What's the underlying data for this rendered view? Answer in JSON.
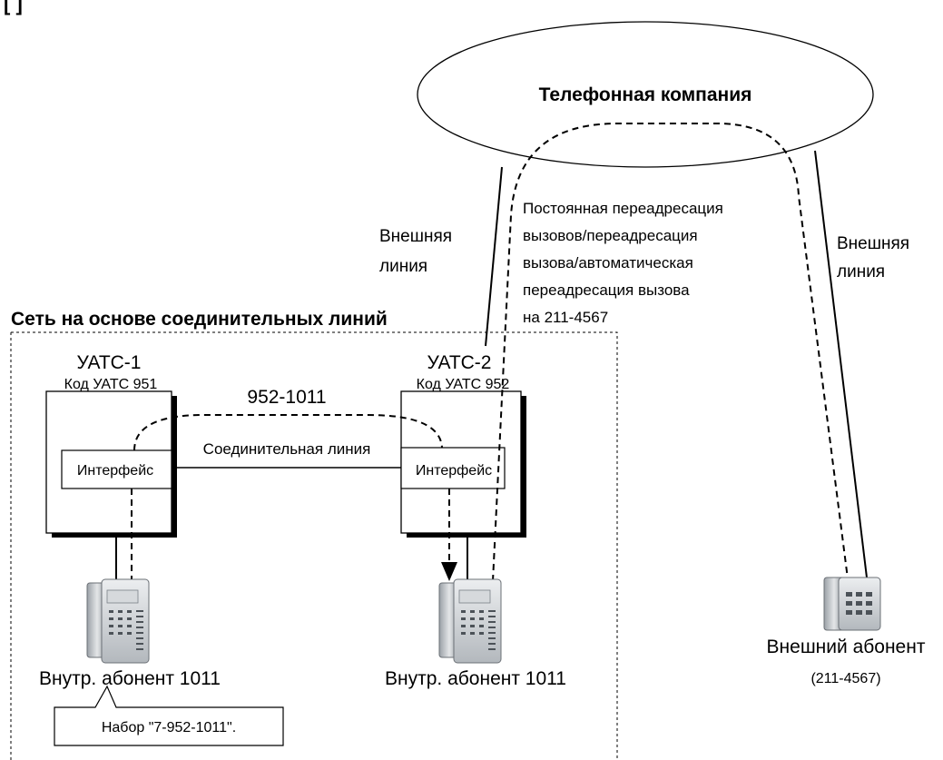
{
  "header_fragment": "[ ]",
  "cloud": {
    "label": "Телефонная компания"
  },
  "network": {
    "title": "Сеть на основе соединительных линий"
  },
  "pbx1": {
    "name": "УАТС-1",
    "code": "Код УАТС 951",
    "interface": "Интерфейс",
    "extension": "Внутр. абонент 1011"
  },
  "pbx2": {
    "name": "УАТС-2",
    "code": "Код УАТС 952",
    "interface": "Интерфейс",
    "extension": "Внутр. абонент 1011"
  },
  "trunk_label": "Соединительная линия",
  "dialed_number": "952-1011",
  "outside_line_left": [
    "Внешняя",
    "линия"
  ],
  "outside_line_right": [
    "Внешняя",
    "линия"
  ],
  "forward_note": [
    "Постоянная переадресация",
    "вызовов/переадресация",
    "вызова/автоматическая",
    "переадресация вызова",
    "на 211-4567"
  ],
  "external_party": {
    "label": "Внешний абонент",
    "number": "(211-4567)"
  },
  "callout": "Набор \"7-952-1011\"."
}
